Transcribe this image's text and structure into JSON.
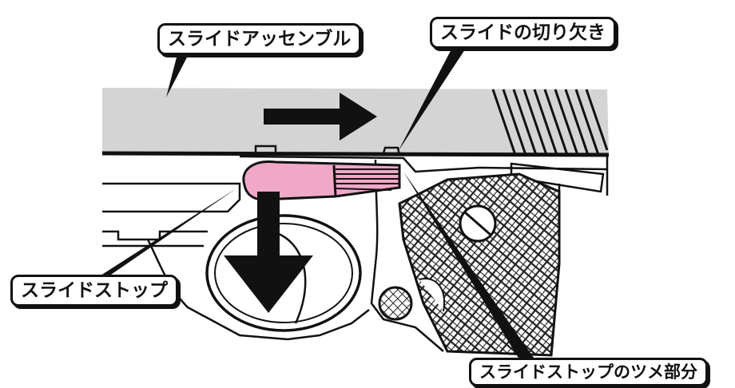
{
  "labels": {
    "slide_assembly": "スライドアッセンブル",
    "slide_notch": "スライドの切り欠き",
    "slide_stop": "スライドストップ",
    "slide_stop_tab": "スライドストップのツメ部分"
  },
  "colors": {
    "slide_fill": "#d4d4d4",
    "slide_stop_fill": "#f0a8c8",
    "line": "#111111",
    "background": "#ffffff"
  },
  "arrows": {
    "slide_direction": "right",
    "slide_stop_direction": "down"
  }
}
